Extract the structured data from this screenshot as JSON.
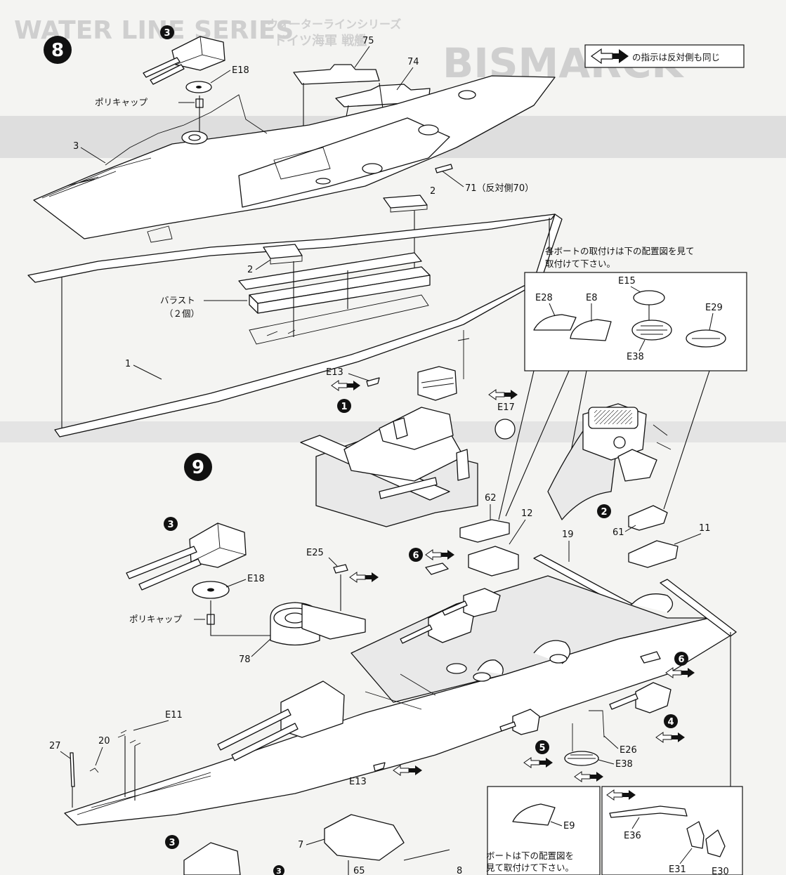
{
  "background_text": {
    "series": "WATER LINE SERIES",
    "ship": "BISMARCK",
    "jp_series": "ウォーターラインシリーズ",
    "jp_name": "ドイツ海軍 戦艦"
  },
  "legend": {
    "text": "の指示は反対側も同じ"
  },
  "steps": {
    "step8": "8",
    "step9": "9"
  },
  "subassembly_markers": {
    "three": "3",
    "one": "1",
    "two": "2",
    "four": "4",
    "five": "5",
    "six": "6"
  },
  "labels_step8": {
    "p75": "75",
    "p74": "74",
    "e18": "E18",
    "polycap": "ポリキャップ",
    "p3": "3",
    "p71": "71（反対側70）",
    "p2a": "2",
    "p2b": "2",
    "ballast": "バラスト",
    "ballast_count": "（２個）",
    "p1": "1"
  },
  "boat_box": {
    "note_line1": "各ボートの取付けは下の配置図を見て",
    "note_line2": "取付けて下さい。",
    "e28": "E28",
    "e8": "E8",
    "e15": "E15",
    "e29": "E29",
    "e38": "E38"
  },
  "labels_step9": {
    "e13_top": "E13",
    "e17": "E17",
    "p62": "62",
    "p12": "12",
    "p19": "19",
    "p61": "61",
    "p11": "11",
    "e25": "E25",
    "e18": "E18",
    "polycap": "ポリキャップ",
    "p78": "78",
    "e11": "E11",
    "p27": "27",
    "p20": "20",
    "e13_bottom": "E13",
    "e26": "E26",
    "e38": "E38",
    "e9": "E9",
    "boat_note_line1": "ボートは下の配置図を",
    "boat_note_line2": "見て取付けて下さい。",
    "e36": "E36",
    "e31": "E31",
    "e30": "E30",
    "p7": "7",
    "p65": "65",
    "p8": "8"
  }
}
